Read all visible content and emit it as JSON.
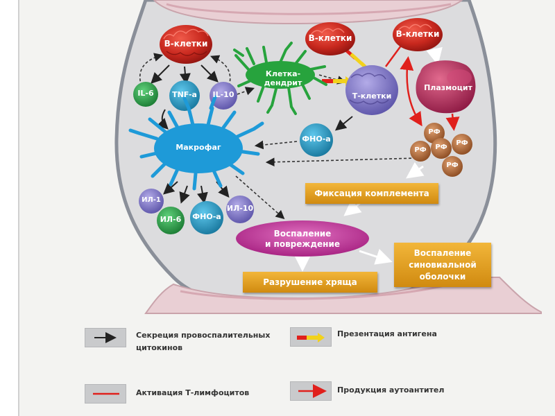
{
  "cells": {
    "b_cells_left": "В-клетки",
    "b_cells_top": "В-клетки",
    "b_cells_right": "В-клетки",
    "il6_top": "IL-6",
    "tnf_top": "TNF-a",
    "il10_top": "IL-10",
    "dendritic": "Клетка-дендрит",
    "t_cells": "Т-клетки",
    "plasmocyte": "Плазмоцит",
    "fno_mid": "ФНО-а",
    "macrophage": "Макрофаг",
    "rf1": "РФ",
    "rf2": "РФ",
    "rf3": "РФ",
    "rf4": "РФ",
    "rf5": "РФ",
    "il1_bottom": "ИЛ-1",
    "il6_bottom": "ИЛ-6",
    "fno_bottom": "ФНО-а",
    "il10_bottom": "ИЛ-10"
  },
  "boxes": {
    "complement": "Фиксация комплемента",
    "inflammation_line1": "Воспаление",
    "inflammation_line2": "и  повреждение",
    "cartilage": "Разрушение хряща",
    "synovial_line1": "Воспаление",
    "synovial_line2": "синовиальной",
    "synovial_line3": "оболочки"
  },
  "legend": {
    "secretion_line1": "Секреция провоспалительных",
    "secretion_line2": "цитокинов",
    "antigen": "Презентация антигена",
    "t_activation": "Активация Т-лимфоцитов",
    "autoantibodies": "Продукция аутоантител"
  },
  "colors": {
    "joint_fill": "#dcdcde",
    "joint_outline": "#8a8f99",
    "cartilage_pink": "#e9cfd4",
    "b_cell": "#c8281e",
    "cytokine_green": "#1f8c3a",
    "cytokine_teal": "#1e8fb8",
    "cytokine_purple": "#7b73c4",
    "dendritic": "#27a33d",
    "macrophage": "#1e9ad8",
    "t_cell": "#8b76cc",
    "plasmocyte": "#b8285a",
    "rf": "#b06a38",
    "gold_box": "#e2a21f",
    "inflammation": "#b62088",
    "arrow_red": "#e0201c",
    "arrow_yellow": "#f2d21b"
  }
}
